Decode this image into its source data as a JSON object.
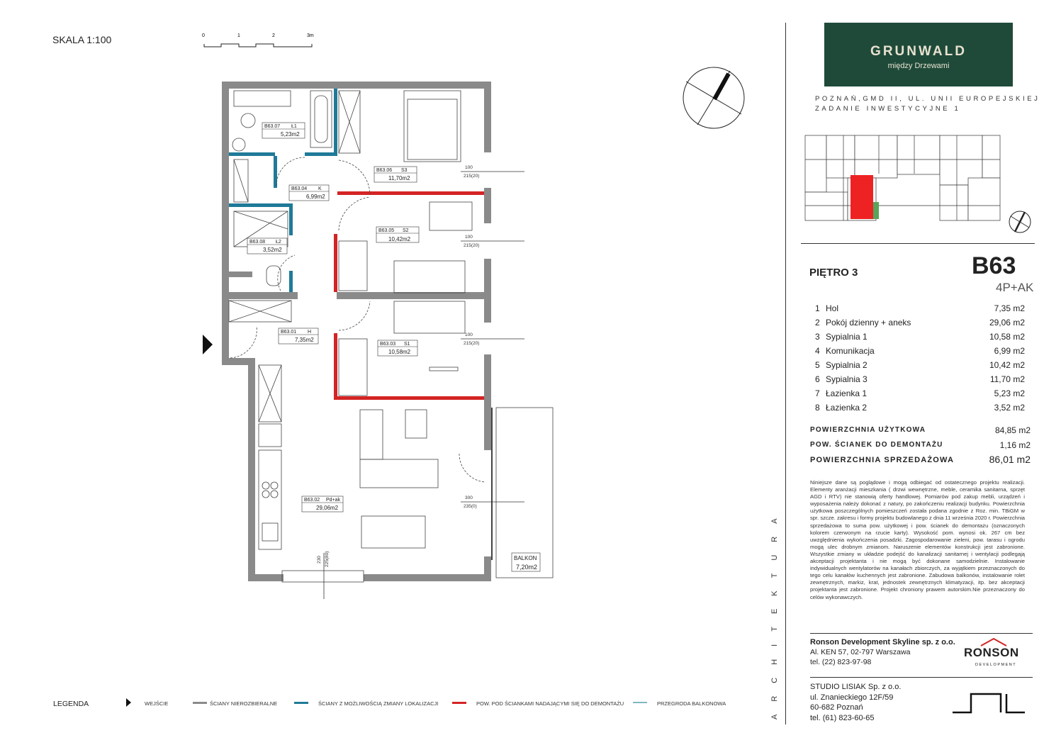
{
  "scale": {
    "label": "SKALA 1:100",
    "ticks": [
      "0",
      "1",
      "2",
      "3m"
    ]
  },
  "brand": {
    "name": "GRUNWALD",
    "tagline": "między Drzewami",
    "color": "#1f4a3a"
  },
  "location": {
    "line1": "POZNAŃ,GMD II, UL. UNII EUROPEJSKIEJ",
    "line2": "ZADANIE INWESTYCYJNE 1"
  },
  "unit": {
    "floor": "PIĘTRO 3",
    "code": "B63",
    "type": "4P+AK"
  },
  "rooms": [
    {
      "no": "1",
      "name": "Hol",
      "area": "7,35 m2"
    },
    {
      "no": "2",
      "name": "Pokój dzienny + aneks",
      "area": "29,06 m2"
    },
    {
      "no": "3",
      "name": "Sypialnia 1",
      "area": "10,58 m2"
    },
    {
      "no": "4",
      "name": "Komunikacja",
      "area": "6,99 m2"
    },
    {
      "no": "5",
      "name": "Sypialnia 2",
      "area": "10,42 m2"
    },
    {
      "no": "6",
      "name": "Sypialnia 3",
      "area": "11,70 m2"
    },
    {
      "no": "7",
      "name": "Łazienka 1",
      "area": "5,23 m2"
    },
    {
      "no": "8",
      "name": "Łazienka 2",
      "area": "3,52 m2"
    }
  ],
  "summary": {
    "usable_label": "POWIERZCHNIA UŻYTKOWA",
    "usable_value": "84,85 m2",
    "demolition_label": "POW. ŚCIANEK DO DEMONTAŻU",
    "demolition_value": "1,16 m2",
    "sale_label": "POWIERZCHNIA SPRZEDAŻOWA",
    "sale_value": "86,01 m2"
  },
  "disclaimer": "Niniejsze dane są poglądowe i mogą odbiegać od ostatecznego projektu realizacji. Elementy aranżacji mieszkania ( drzwi wewnętrzne, meble, ceramika sanitarna, sprzęt AGD i RTV) nie stanowią oferty handlowej. Pomiarów pod zakup mebli, urządzeń i wyposażenia należy dokonać z natury, po zakończeniu realizacji budynku. Powierzchnia użytkowa poszczególnych pomieszczeń została podana zgodnie z Roz. min. TBiGM w spr. szcze. zakresu i formy projektu budowlanego z dnia 11 września 2020 r. Powierzchnia sprzedażowa to suma pow. użytkowej i pow. ścianek do demontażu (oznaczonych kolorem czerwonym na rzucie karty). Wysokość pom. wynosi ok. 267 cm bez uwzględnienia wykończenia posadzki. Zagospodarowanie zieleni, pow. tarasu i ogrodu mogą ulec drobnym zmianom. Naruszenie elementów konstrukcji jest zabronione. Wszystkie zmiany w układzie podejść do kanalizacji sanitarnej i wentylacji podlegają akceptacji projektanta i nie mogą być dokonane samodzielnie. Instalowanie indywidualnych wentylatorów na kanałach zbiorczych, za wyjątkiem przeznaczonych do tego celu kanałów kuchennych jest zabronione. Zabudowa balkonów, instalowanie rolet zewnętrznych, markiz, krat, jednostek zewnętrznych klimatyzacji, itp. bez akceptacji projektanta jest zabronione. Projekt chroniony prawem autorskim.Nie przeznaczony do celów wykonawczych.",
  "developer": {
    "name": "Ronson Development Skyline sp. z o.o.",
    "address": "Al. KEN 57, 02-797 Warszawa",
    "phone": "tel. (22) 823-97-98",
    "logo": "RONSON",
    "logo_sub": "DEVELOPMENT"
  },
  "architect": {
    "name": "STUDIO LISIAK Sp. z o.o.",
    "street": "ul. Znanieckiego 12F/59",
    "city": "60-682 Poznań",
    "phone": "tel. (61) 823-60-65",
    "vertical": "ARCHITEKTURA"
  },
  "legend": {
    "title": "LEGENDA",
    "entrance": "WEJŚCIE",
    "fixed_walls": "ŚCIANY NIEROZBIERALNE",
    "movable_walls": "ŚCIANY Z MOŻLIWOŚCIĄ ZMIANY LOKALIZACJI",
    "demolition_walls": "POW. POD ŚCIANKAMI NADAJĄCYMI SIĘ DO DEMONTAŻU",
    "balcony_divider": "PRZEGRODA BALKONOWA",
    "colors": {
      "fixed": "#8a8a8a",
      "movable": "#1f7a98",
      "demolition": "#d42424",
      "balcony": "#7fb7c2"
    }
  },
  "plan_labels": [
    {
      "code": "B63.07",
      "abbr": "Ł1",
      "area": "5,23m2"
    },
    {
      "code": "B63.06",
      "abbr": "S3",
      "area": "11,70m2"
    },
    {
      "code": "B63.04",
      "abbr": "K",
      "area": "6,99m2"
    },
    {
      "code": "B63.05",
      "abbr": "S2",
      "area": "10,42m2"
    },
    {
      "code": "B63.08",
      "abbr": "Ł2",
      "area": "3,52m2"
    },
    {
      "code": "B63.01",
      "abbr": "H",
      "area": "7,35m2"
    },
    {
      "code": "B63.03",
      "abbr": "S1",
      "area": "10,58m2"
    },
    {
      "code": "B63.02",
      "abbr": "Pd+ak",
      "area": "29,06m2"
    }
  ],
  "windows": [
    {
      "top": "100",
      "bottom": "215(20)"
    },
    {
      "top": "100",
      "bottom": "215(20)"
    },
    {
      "top": "100",
      "bottom": "215(20)"
    },
    {
      "top": "300",
      "bottom": "235(0)"
    },
    {
      "top": "230",
      "bottom": "225(80)"
    }
  ],
  "balcony": {
    "label": "BALKON",
    "area": "7,20m2"
  }
}
